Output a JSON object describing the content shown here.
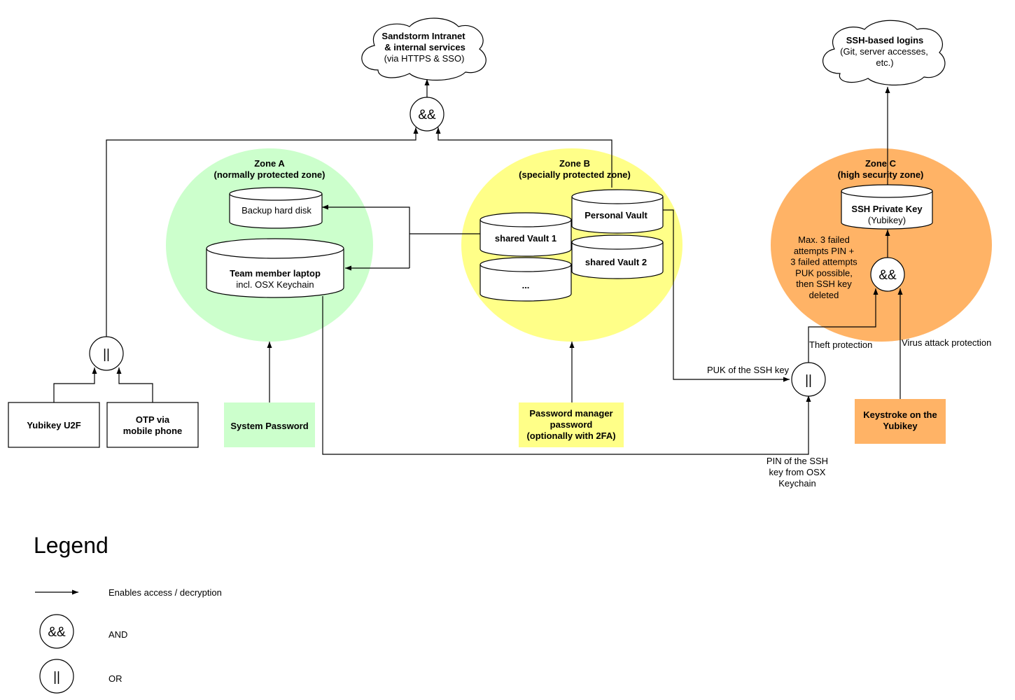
{
  "clouds": {
    "intranet": {
      "line1": "Sandstorm Intranet",
      "line2": "& internal services",
      "line3": "(via HTTPS & SSO)"
    },
    "ssh": {
      "line1": "SSH-based logins",
      "line2": "(Git, server accesses,",
      "line3": "etc.)"
    }
  },
  "zones": {
    "a": {
      "title": "Zone A",
      "subtitle": "(normally protected zone)",
      "color": "#ccffcc"
    },
    "b": {
      "title": "Zone B",
      "subtitle": "(specially protected zone)",
      "color": "#ffff88"
    },
    "c": {
      "title": "Zone C",
      "subtitle": "(high security zone)",
      "color": "#ffb366"
    }
  },
  "stores": {
    "backup_disk": "Backup hard disk",
    "laptop_line1": "Team member laptop",
    "laptop_line2": "incl. OSX Keychain",
    "personal_vault": "Personal Vault",
    "shared_vault_1": "shared Vault 1",
    "shared_vault_2": "shared Vault 2",
    "more_vaults": "...",
    "ssh_key_line1": "SSH Private Key",
    "ssh_key_line2": "(Yubikey)"
  },
  "operators": {
    "and": "&&",
    "or": "||"
  },
  "inputs": {
    "yubikey_u2f": "Yubikey U2F",
    "otp_line1": "OTP via",
    "otp_line2": "mobile phone",
    "system_password": "System Password",
    "pm_line1": "Password manager",
    "pm_line2": "password",
    "pm_line3": "(optionally with 2FA)",
    "keystroke_line1": "Keystroke on the",
    "keystroke_line2": "Yubikey"
  },
  "labels": {
    "max_failed": [
      "Max. 3 failed",
      "attempts PIN +",
      "3 failed attempts",
      "PUK possible,",
      "then SSH key",
      "deleted"
    ],
    "theft": "Theft protection",
    "virus": "Virus attack protection",
    "puk": "PUK of the SSH key",
    "pin": [
      "PIN of the SSH",
      "key from OSX",
      "Keychain"
    ]
  },
  "legend": {
    "title": "Legend",
    "arrow": "Enables access / decryption",
    "and": "AND",
    "or": "OR"
  }
}
